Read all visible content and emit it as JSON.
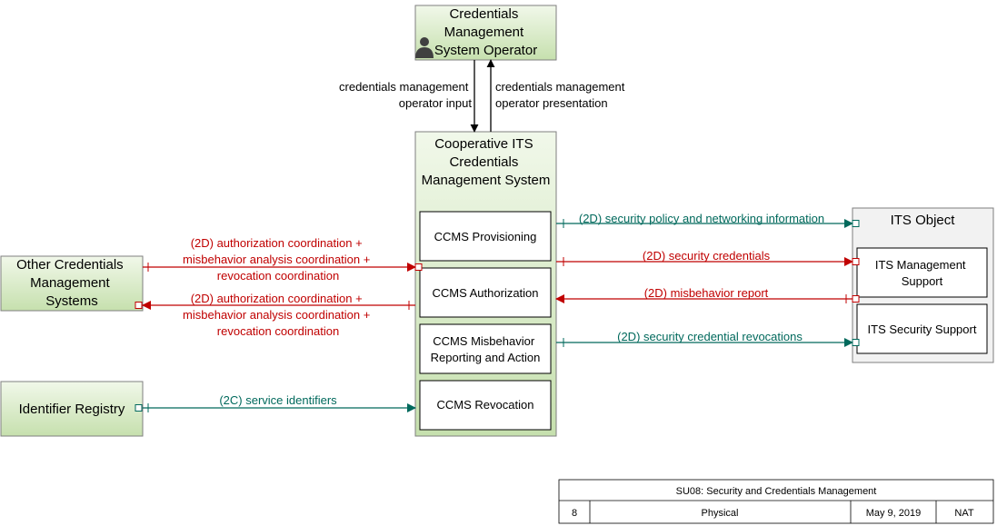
{
  "colors": {
    "green_box_fill_top": "#f1f8ea",
    "green_box_fill_bottom": "#c6e0ae",
    "green_box_stroke": "#7f7f7f",
    "its_object_fill": "#f2f2f2",
    "red_flow": "#c00000",
    "teal_flow": "#00695c",
    "black_flow": "#000000",
    "operator_icon": "#404040"
  },
  "icons": {
    "operator": "person-icon"
  },
  "elements": {
    "operator": {
      "lines": [
        "Credentials",
        "Management",
        "System Operator"
      ]
    },
    "ccms": {
      "lines": [
        "Cooperative ITS",
        "Credentials",
        "Management System"
      ],
      "functions": {
        "provisioning": [
          "CCMS Provisioning"
        ],
        "authorization": [
          "CCMS Authorization"
        ],
        "misbehavior": [
          "CCMS Misbehavior",
          "Reporting and Action"
        ],
        "revocation": [
          "CCMS Revocation"
        ]
      }
    },
    "other_ccms": {
      "lines": [
        "Other Credentials",
        "Management",
        "Systems"
      ]
    },
    "identifier_registry": {
      "lines": [
        "Identifier Registry"
      ]
    },
    "its_object": {
      "lines": [
        "ITS Object"
      ],
      "functions": {
        "management_support": [
          "ITS Management",
          "Support"
        ],
        "security_support": [
          "ITS Security Support"
        ]
      }
    }
  },
  "flows": {
    "operator_input": [
      "credentials management",
      "operator input"
    ],
    "operator_presentation": [
      "credentials management",
      "operator presentation"
    ],
    "auth_to_ccms": [
      "(2D) authorization coordination +",
      "misbehavior analysis coordination +",
      "revocation coordination"
    ],
    "auth_to_other": [
      "(2D) authorization coordination +",
      "misbehavior analysis coordination +",
      "revocation coordination"
    ],
    "service_identifiers": [
      "(2C) service identifiers"
    ],
    "security_policy": [
      "(2D) security policy and networking information"
    ],
    "security_credentials": [
      "(2D) security credentials"
    ],
    "misbehavior_report": [
      "(2D) misbehavior report"
    ],
    "credential_revocations": [
      "(2D) security credential revocations"
    ]
  },
  "title_block": {
    "title": "SU08: Security and Credentials Management",
    "number": "8",
    "view": "Physical",
    "date": "May 9, 2019",
    "org": "NAT"
  }
}
